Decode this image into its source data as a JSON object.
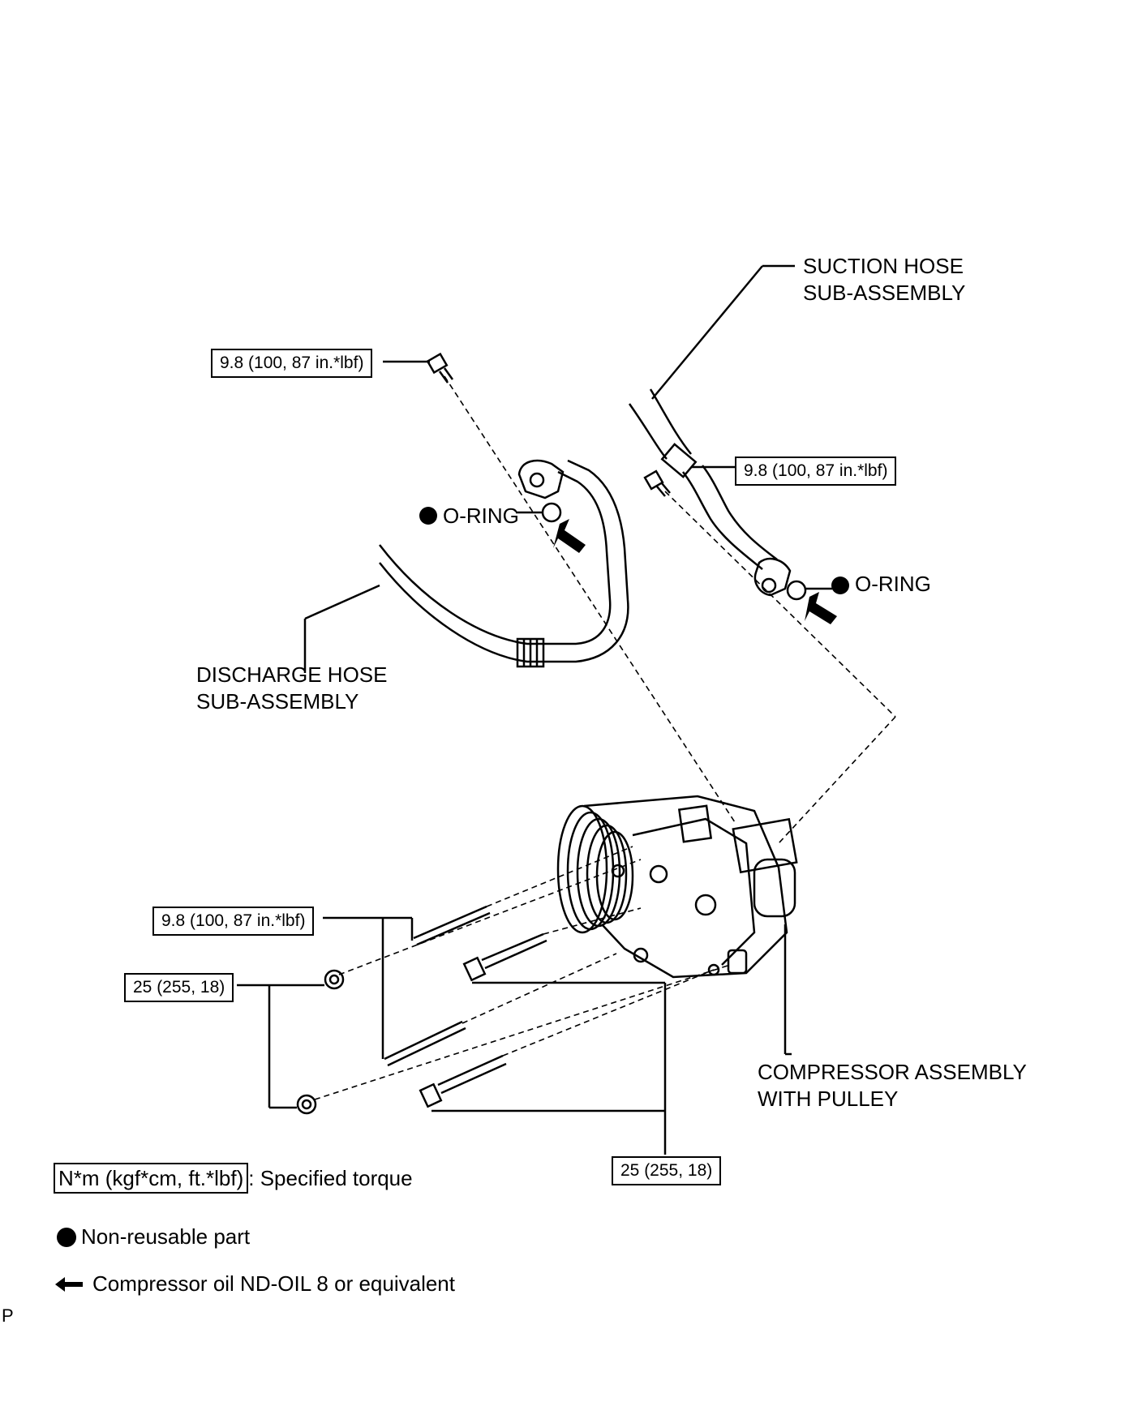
{
  "labels": {
    "suction_hose": [
      "SUCTION HOSE",
      "SUB-ASSEMBLY"
    ],
    "discharge_hose": [
      "DISCHARGE HOSE",
      "SUB-ASSEMBLY"
    ],
    "compressor": [
      "COMPRESSOR ASSEMBLY",
      "WITH PULLEY"
    ],
    "oring_left": "O-RING",
    "oring_right": "O-RING"
  },
  "torque": {
    "discharge_bolt": "9.8 (100, 87 in.*lbf)",
    "suction_bolt": "9.8 (100, 87 in.*lbf)",
    "stud_bolts": "9.8 (100, 87 in.*lbf)",
    "nuts": "25 (255, 18)",
    "bolts": "25 (255, 18)"
  },
  "legend": {
    "torque_unit": "N*m (kgf*cm, ft.*lbf)",
    "torque_text": ": Specified torque",
    "nonreusable": "Non-reusable part",
    "oil": "Compressor oil ND-OIL 8 or equivalent"
  },
  "corner_mark": "P",
  "icons": [
    "filled-circle-icon",
    "oil-arrow-icon"
  ]
}
